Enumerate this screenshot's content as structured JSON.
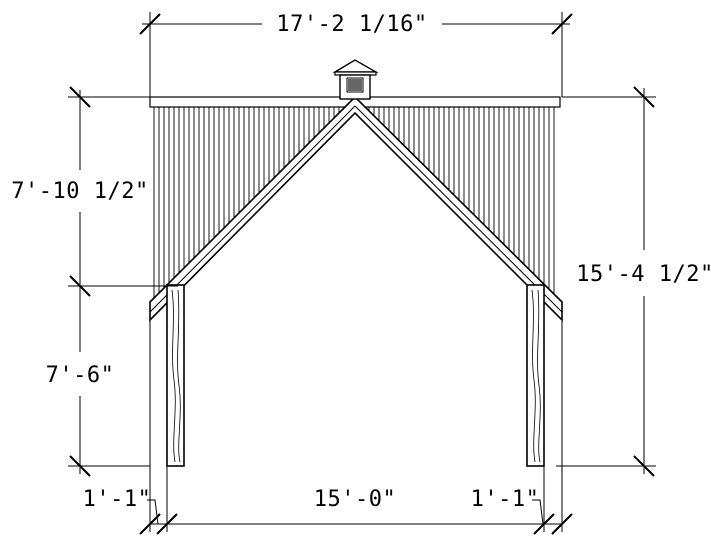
{
  "drawing": {
    "colors": {
      "line": "#000000",
      "background": "#ffffff"
    },
    "dimensions": {
      "overall_width": "17'-2 1/16\"",
      "upper_height": "7'-10 1/2\"",
      "lower_height": "7'-6\"",
      "overall_height": "15'-4 1/2\"",
      "clear_span": "15'-0\"",
      "left_post_offset": "1'-1\"",
      "right_post_offset": "1'-1\""
    },
    "elements": [
      "gable-roof",
      "cupola",
      "vertical-siding",
      "left-post",
      "right-post"
    ]
  }
}
